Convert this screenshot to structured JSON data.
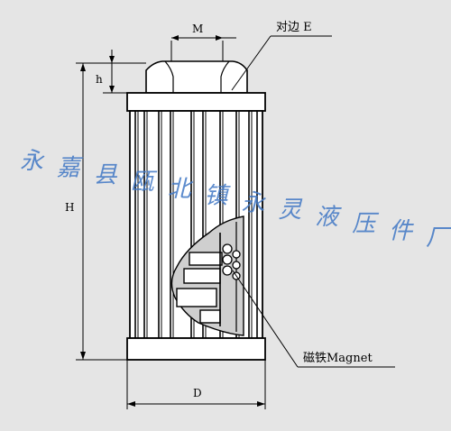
{
  "labels": {
    "m": "M",
    "h_small": "h",
    "h_large": "H",
    "d": "D",
    "across_flats": "对边 E",
    "magnet": "磁铁Magnet"
  },
  "watermark": {
    "text": "永嘉县瓯北镇永灵液压件厂",
    "color": "#3f77c4"
  },
  "colors": {
    "background": "#e5e5e5",
    "line": "#000000",
    "body_fill": "#ffffff",
    "cutaway_fill": "#cfcfcf"
  }
}
